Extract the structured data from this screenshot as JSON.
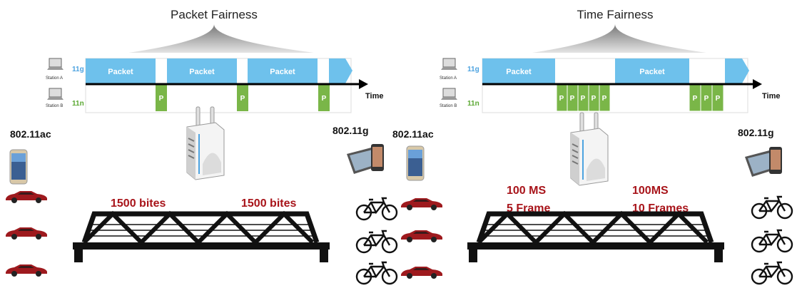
{
  "left": {
    "title": "Packet Fairness",
    "station_a": "Station A",
    "station_b": "Station B",
    "std_a": "11g",
    "std_b": "11n",
    "packet_label": "Packet",
    "p_label": "P",
    "time_label": "Time",
    "device_left_label": "802.11ac",
    "device_right_label_1": "802.11g",
    "device_right_label_2": "802.11ac",
    "bridge_left_text": "1500 bites",
    "bridge_right_text": "1500 bites"
  },
  "right": {
    "title": "Time Fairness",
    "station_a": "Station A",
    "station_b": "Station B",
    "std_a": "11g",
    "std_b": "11n",
    "packet_label": "Packet",
    "p_label": "P",
    "time_label": "Time",
    "device_right_label": "802.11g",
    "bridge_left_line1": "100 MS",
    "bridge_left_line2": "5 Frame",
    "bridge_right_line1": "100MS",
    "bridge_right_line2": "10 Frames"
  },
  "colors": {
    "packet_blue": "#6ec1ec",
    "p_green": "#7ab648",
    "label_red": "#a8141a",
    "car_red": "#9e1a1e"
  },
  "icons": [
    "laptop-icon",
    "access-point-icon",
    "smartphone-icon",
    "car-icon",
    "bicycle-icon",
    "bridge-icon"
  ]
}
